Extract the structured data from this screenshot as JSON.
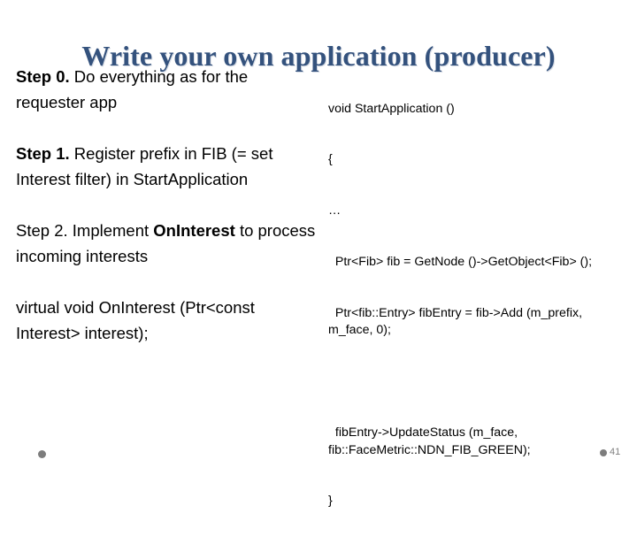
{
  "slide": {
    "title": "Write your own application (producer)",
    "title_color": "#34527d",
    "background_color": "#ffffff"
  },
  "left_column": {
    "paragraphs": [
      {
        "bold_lead": "Step 0.",
        "text": "  Do everything as for the requester app"
      },
      {
        "bold_lead": "Step 1.",
        "text": "  Register prefix in FIB (= set Interest filter) in StartApplication"
      },
      {
        "lead": "Step 2.  Implement ",
        "bold_mid": "OnInterest",
        "tail": " to process incoming interests"
      },
      {
        "text": "virtual void OnInterest (Ptr<const Interest> interest);"
      }
    ]
  },
  "right_column": {
    "code_block_1": [
      "void StartApplication ()",
      "{",
      "…",
      "  Ptr<Fib> fib = GetNode ()->GetObject<Fib> ();",
      "  Ptr<fib::Entry> fibEntry = fib->Add (m_prefix, m_face, 0);"
    ],
    "code_block_2": [
      "  fibEntry->UpdateStatus (m_face, fib::FaceMetric::NDN_FIB_GREEN);",
      "}"
    ]
  },
  "footer": {
    "bullet_color": "#7d7d7d",
    "page_number": "41",
    "page_number_color": "#808080"
  }
}
